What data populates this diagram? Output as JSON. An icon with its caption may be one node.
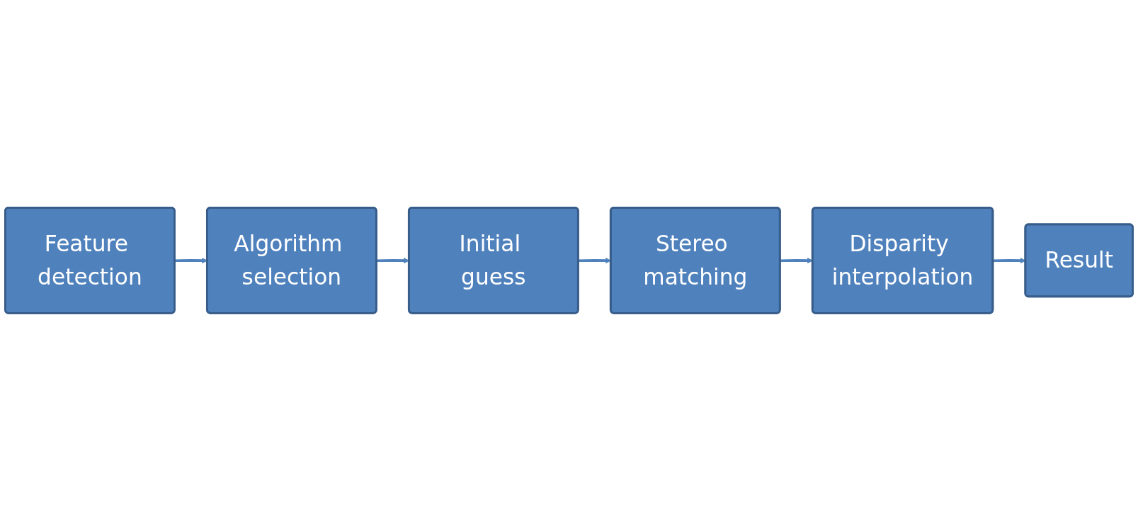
{
  "diagram": {
    "nodes": [
      {
        "text": [
          "Feature detection"
        ]
      },
      {
        "text": [
          "Algorithm selection"
        ]
      },
      {
        "text": [
          "Initial guess"
        ]
      },
      {
        "text": [
          "Stereo matching"
        ]
      },
      {
        "text": [
          "Disparity interpolation"
        ]
      },
      {
        "text": [
          "Result"
        ]
      }
    ],
    "edges": [
      {
        "from": 0,
        "to": 1,
        "arrow": "to"
      },
      {
        "from": 1,
        "to": 2,
        "arrow": "to"
      },
      {
        "from": 2,
        "to": 3,
        "arrow": "to"
      },
      {
        "from": 3,
        "to": 4,
        "arrow": "to"
      },
      {
        "from": 4,
        "to": 5,
        "arrow": "to"
      }
    ]
  }
}
